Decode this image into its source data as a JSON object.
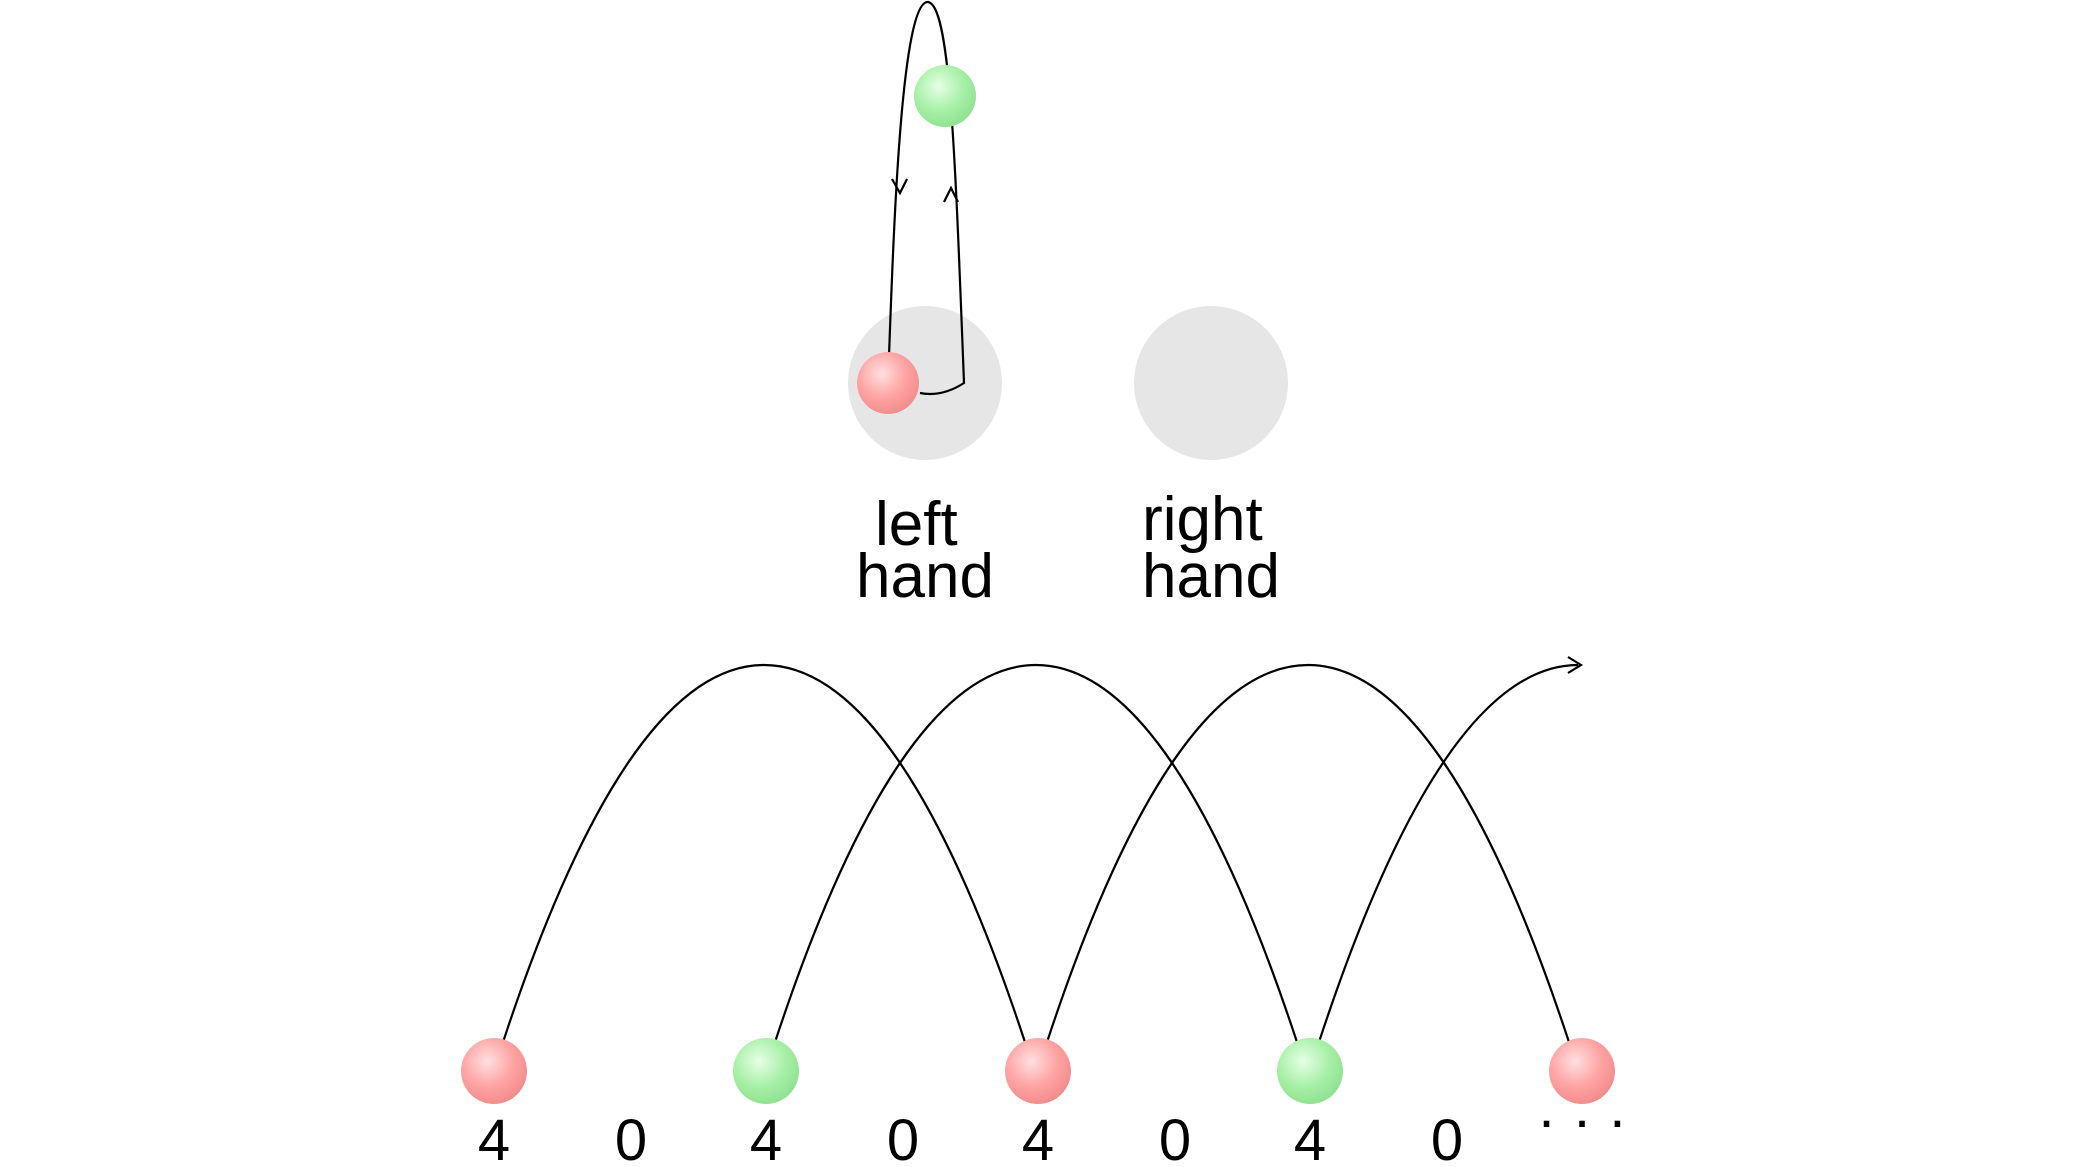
{
  "hands": {
    "left": {
      "line1": "left",
      "line2": "hand"
    },
    "right": {
      "line1": "right",
      "line2": "hand"
    }
  },
  "sequence": [
    "4",
    "0",
    "4",
    "0",
    "4",
    "0",
    "4",
    "0"
  ],
  "continuation": "· · ·",
  "ball_colors": {
    "red": "#ff9999",
    "green": "#99ee99"
  }
}
